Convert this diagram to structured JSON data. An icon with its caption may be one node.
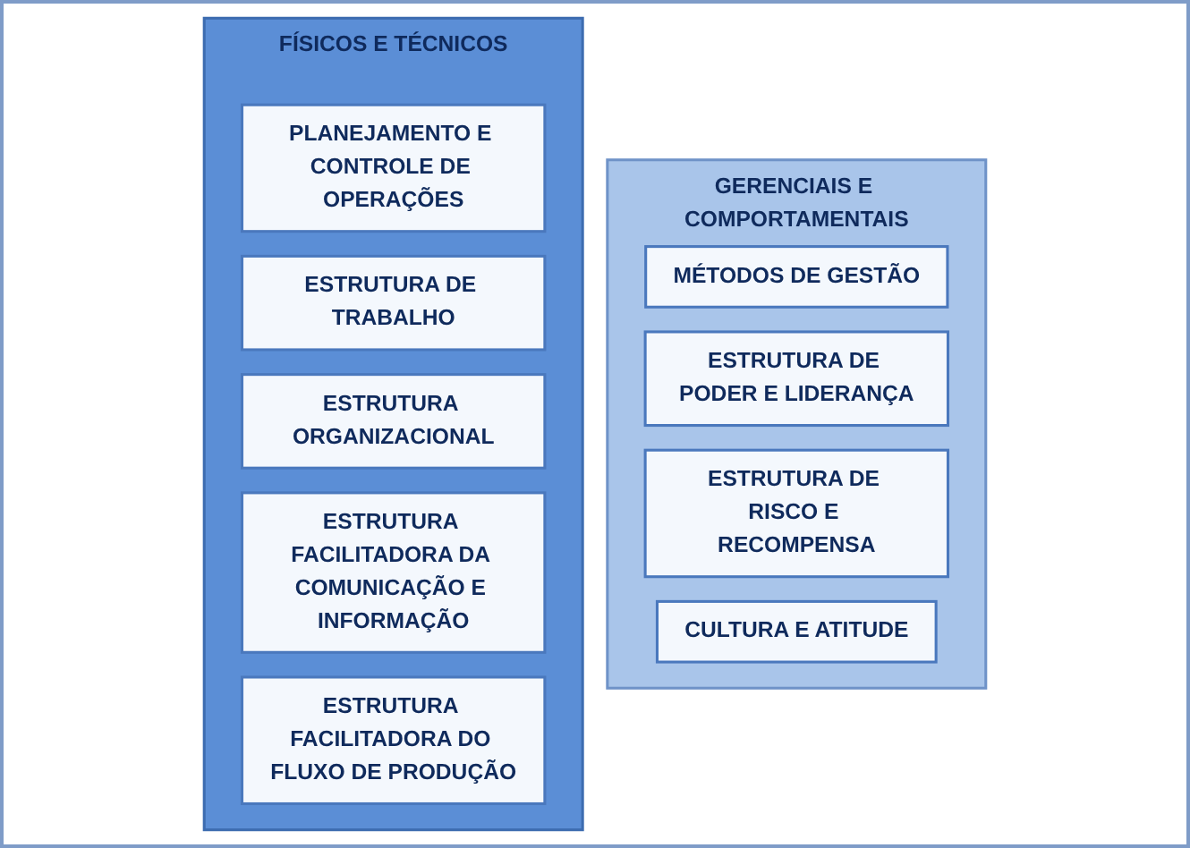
{
  "diagram": {
    "nodes": [
      {
        "text": [
          "FÍSICOS E TÉCNICOS"
        ]
      },
      {
        "text": [
          "PLANEJAMENTO E CONTROLE DE OPERAÇÕES"
        ],
        "in": 0
      },
      {
        "text": [
          "ESTRUTURA DE TRABALHO"
        ],
        "in": 0
      },
      {
        "text": [
          "ESTRUTURA ORGANIZACIONAL"
        ],
        "in": 0
      },
      {
        "text": [
          "ESTRUTURA FACILITADORA DA COMUNICAÇÃO E INFORMAÇÃO"
        ],
        "in": 0
      },
      {
        "text": [
          "ESTRUTURA FACILITADORA DO FLUXO DE PRODUÇÃO"
        ],
        "in": 0
      },
      {
        "text": [
          "GERENCIAIS E COMPORTAMENTAIS"
        ]
      },
      {
        "text": [
          "MÉTODOS DE GESTÃO"
        ],
        "in": 6
      },
      {
        "text": [
          "ESTRUTURA DE PODER E LIDERANÇA"
        ],
        "in": 6
      },
      {
        "text": [
          "ESTRUTURA DE RISCO E RECOMPENSA"
        ],
        "in": 6
      },
      {
        "text": [
          "CULTURA E ATITUDE"
        ],
        "in": 6
      }
    ]
  }
}
